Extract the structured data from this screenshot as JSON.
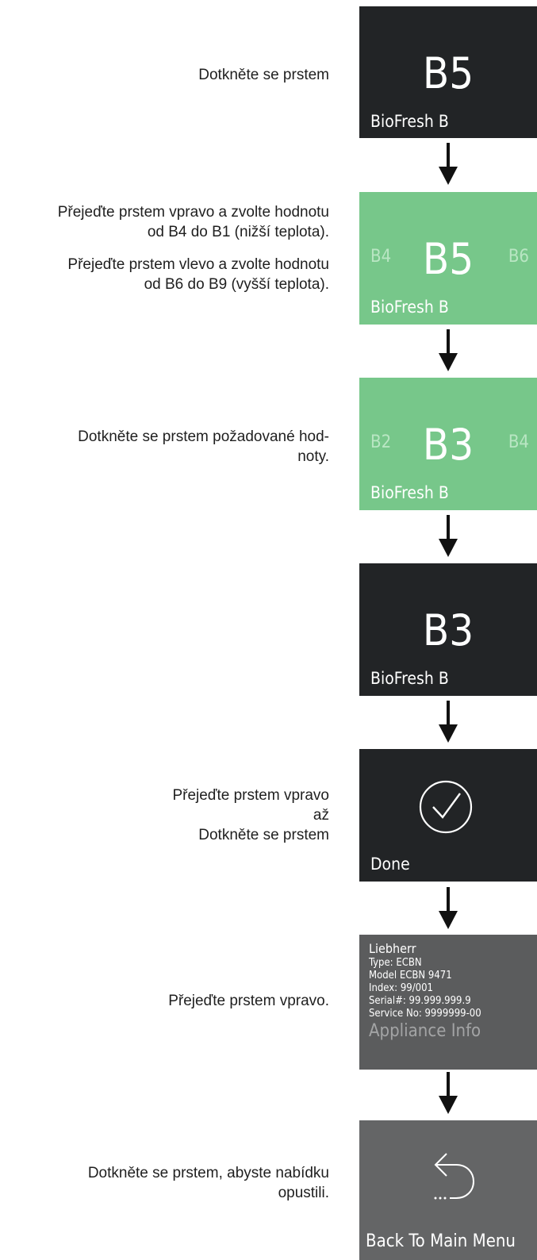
{
  "steps": [
    {
      "instruction": [
        "Dotkněte se prstem"
      ]
    },
    {
      "instruction": [
        "Přejeďte prstem vpravo a zvolte hodnotu",
        "od B4 do B1 (nižší teplota)."
      ],
      "instruction2": [
        "Přejeďte prstem vlevo a zvolte hodnotu",
        "od B6 do B9 (vyšší teplota)."
      ]
    },
    {
      "instruction": [
        "Dotkněte se prstem požadované hod-",
        "noty."
      ]
    },
    {
      "instruction": []
    },
    {
      "instruction": [
        "Přejeďte prstem vpravo",
        "až",
        "Dotkněte se prstem"
      ]
    },
    {
      "instruction": [
        "Přejeďte prstem vpravo."
      ]
    },
    {
      "instruction": [
        "Dotkněte se prstem, abyste nabídku",
        "opustili."
      ]
    }
  ],
  "screens": {
    "s1": {
      "value": "B5",
      "label": "BioFresh B"
    },
    "s2": {
      "left": "B4",
      "value": "B5",
      "right": "B6",
      "label": "BioFresh B"
    },
    "s3": {
      "left": "B2",
      "value": "B3",
      "right": "B4",
      "label": "BioFresh B"
    },
    "s4": {
      "value": "B3",
      "label": "BioFresh B"
    },
    "s5": {
      "icon": "check-circle-icon",
      "label": "Done"
    },
    "s6": {
      "brand": "Liebherr",
      "lines": [
        "Type: ECBN",
        "Model ECBN 9471",
        "Index: 99/001",
        "Serial#: 99.999.999.9",
        "Service No: 9999999-00"
      ],
      "label": "Appliance Info"
    },
    "s7": {
      "icon": "back-arrow-icon",
      "label": "Back To Main Menu"
    }
  },
  "colors": {
    "dark": "#222426",
    "green": "#77c78a",
    "grey": "#5b5c5d",
    "text": "#1f1f1f"
  }
}
